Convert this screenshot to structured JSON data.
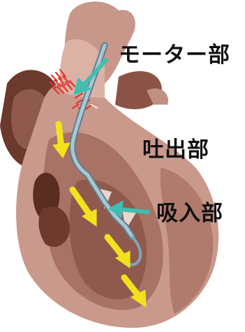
{
  "labels": {
    "motor": "モーター部",
    "outlet": "吐出部",
    "inlet": "吸入部"
  },
  "colors": {
    "flow_arrow": "#f2e21e",
    "pointer_arrow": "#3fbfb0",
    "motor_marks": "#e4332c",
    "device": "#8fb6c8",
    "tissue": "#c99a8c",
    "dark_tissue": "#6a3a2c"
  }
}
